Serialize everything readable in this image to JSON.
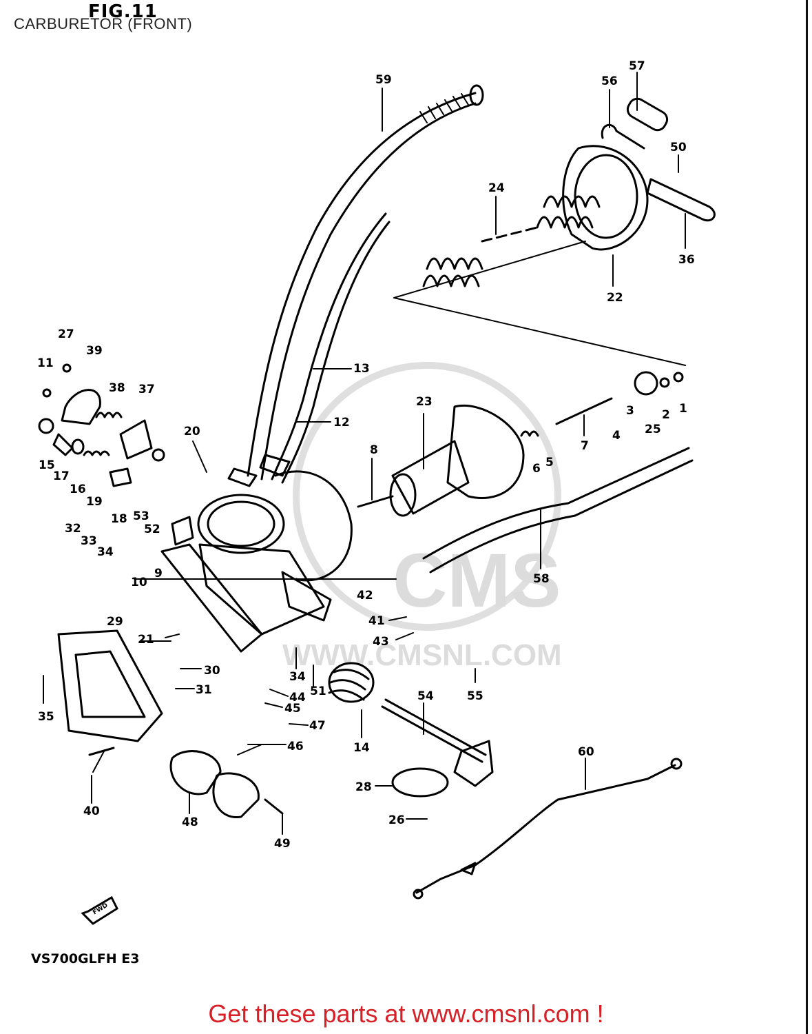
{
  "header": {
    "figure": "FIG.11",
    "subtitle": "CARBURETOR (FRONT)"
  },
  "footer": {
    "model": "VS700GLFH E3",
    "promo": "Get these parts at www.cmsnl.com !"
  },
  "watermark": {
    "brand": "CMS",
    "url": "WWW.CMSNL.COM"
  },
  "direction_label": "FWD",
  "part_numbers": [
    "1",
    "2",
    "3",
    "4",
    "5",
    "6",
    "7",
    "8",
    "9",
    "10",
    "11",
    "12",
    "13",
    "14",
    "15",
    "16",
    "17",
    "18",
    "19",
    "20",
    "21",
    "22",
    "23",
    "24",
    "25",
    "26",
    "27",
    "28",
    "29",
    "30",
    "31",
    "32",
    "33",
    "34",
    "34",
    "35",
    "36",
    "37",
    "38",
    "39",
    "40",
    "41",
    "42",
    "43",
    "44",
    "45",
    "46",
    "47",
    "48",
    "49",
    "50",
    "51",
    "52",
    "53",
    "54",
    "55",
    "56",
    "57",
    "58",
    "59",
    "60"
  ],
  "colors": {
    "promo": "#d81f26",
    "line": "#000000",
    "watermark": "#d9d9d9"
  }
}
